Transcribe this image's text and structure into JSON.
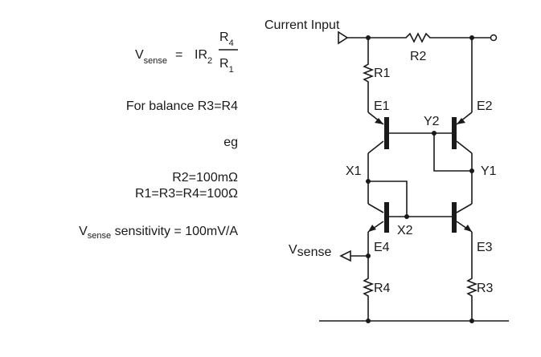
{
  "equation": {
    "lhs_main": "V",
    "lhs_sub": "sense",
    "equals": "=",
    "rhs_main": "IR",
    "rhs_sub": "2",
    "num_main": "R",
    "num_sub": "4",
    "den_main": "R",
    "den_sub": "1"
  },
  "notes": {
    "balance": "For balance R3=R4",
    "eg": "eg",
    "r2_value": "R2=100mΩ",
    "r_values": "R1=R3=R4=100Ω",
    "sensitivity_main": "V",
    "sensitivity_sub": "sense",
    "sensitivity_rest": " sensitivity = 100mV/A"
  },
  "circuit": {
    "current_input": "Current Input",
    "r2": "R2",
    "r1": "R1",
    "r3": "R3",
    "r4": "R4",
    "e1": "E1",
    "e2": "E2",
    "e3": "E3",
    "e4": "E4",
    "x1": "X1",
    "x2": "X2",
    "y1": "Y1",
    "y2": "Y2",
    "vsense_main": "V",
    "vsense_sub": "sense"
  }
}
